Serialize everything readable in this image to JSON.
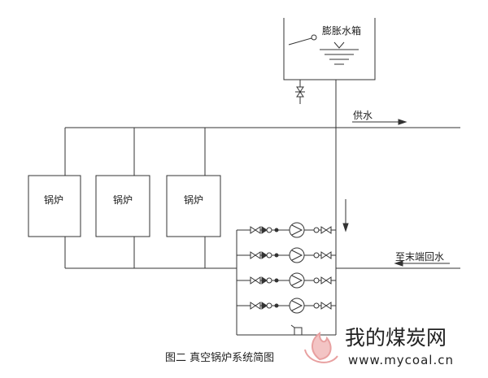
{
  "labels": {
    "expansion_tank": "膨胀水箱",
    "supply": "供水",
    "return": "至末端回水",
    "boiler_1": "锅炉",
    "boiler_2": "锅炉",
    "boiler_3": "锅炉"
  },
  "caption": "图二  真空锅炉系统简图",
  "watermark": {
    "brand_text": "我的煤炭网",
    "url_text": "www.mycoal.cn",
    "logo_icon": "flame-logo-icon",
    "color": "#e8a0a0"
  },
  "pump_rows": 4,
  "icons": {
    "pump": "pump-icon",
    "valve": "gate-valve-icon",
    "check_valve": "check-valve-icon",
    "float_valve": "float-valve-icon"
  }
}
